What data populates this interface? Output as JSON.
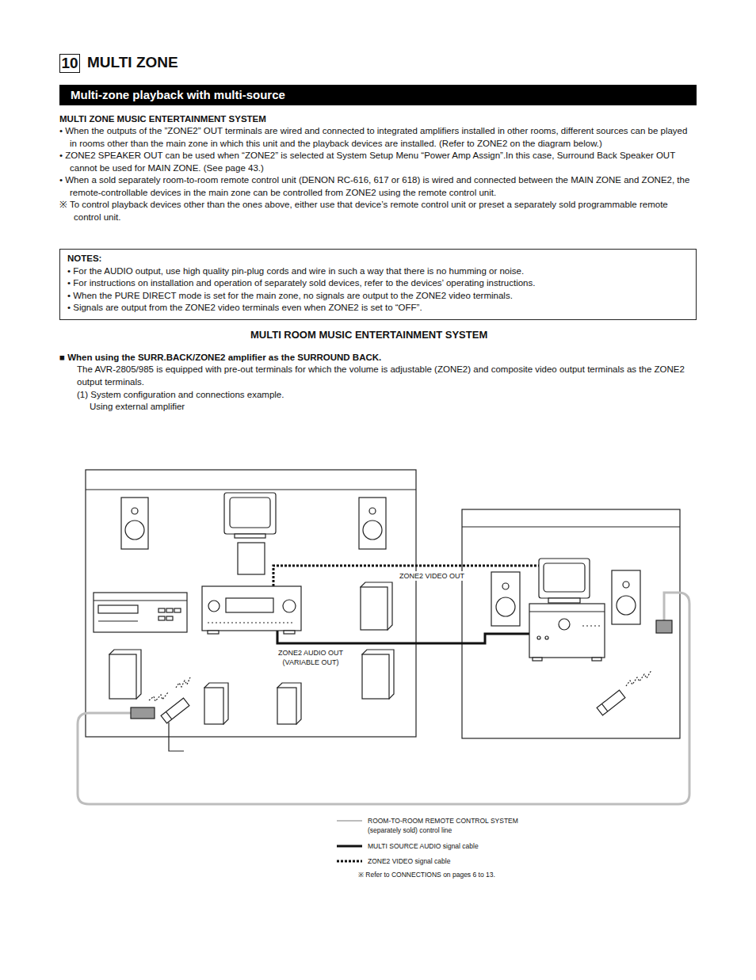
{
  "diagram": {
    "title": "MULTI ZONE",
    "nodes": [
      {
        "text": [
          "10"
        ]
      },
      {
        "text": [
          "Multi-zone playback with multi-source"
        ]
      },
      {
        "text": [
          "NOTES:",
          "• For the AUDIO output, use high quality pin-plug cords and wire in such a way that there is no humming or noise.",
          "• For instructions on installation and operation of separately sold devices, refer to the devices’ operating instructions.",
          "• When the PURE DIRECT mode is set for the main zone, no signals are output to the ZONE2 video terminals.",
          "• Signals are output from the ZONE2 video terminals even when ZONE2 is set to “OFF”."
        ]
      }
    ],
    "labels": [
      "MULTI ZONE MUSIC ENTERTAINMENT SYSTEM",
      "• When the outputs of the ”ZONE2” OUT terminals are wired and connected to integrated amplifiers installed in other rooms, different sources can be played in rooms other than the main zone in which this unit and the playback devices are installed. (Refer to ZONE2 on the diagram below.)",
      "• ZONE2 SPEAKER OUT can be used when “ZONE2” is selected at System Setup Menu “Power Amp Assign”.In this case, Surround Back Speaker OUT cannot be used for MAIN ZONE. (See page 43.)",
      "• When a sold separately room-to-room remote control unit (DENON RC-616, 617 or 618) is wired and connected between the MAIN ZONE and ZONE2, the remote-controllable devices in the main zone can be controlled from ZONE2 using the remote control unit.",
      "※ To control playback devices other than the ones above, either use that device’s remote control unit or preset a separately sold programmable remote control unit.",
      "MULTI ROOM MUSIC ENTERTAINMENT SYSTEM",
      "■ When using the SURR.BACK/ZONE2 amplifier as the SURROUND BACK.",
      "The AVR-2805/985 is equipped with pre-out terminals for which the volume is adjustable (ZONE2) and composite video output terminals as the ZONE2 output terminals.",
      "(1) System configuration and connections example.",
      "Using external amplifier",
      "ZONE2 VIDEO OUT",
      "ZONE2 AUDIO OUT (VARIABLE OUT)",
      "※ Refer to CONNECTIONS on pages 6 to 13."
    ],
    "legend": [
      {
        "text": "ROOM-TO-ROOM REMOTE CONTROL SYSTEM (separately sold) control line"
      },
      {
        "text": "MULTI SOURCE AUDIO signal cable"
      },
      {
        "text": "ZONE2 VIDEO signal cable"
      }
    ]
  }
}
